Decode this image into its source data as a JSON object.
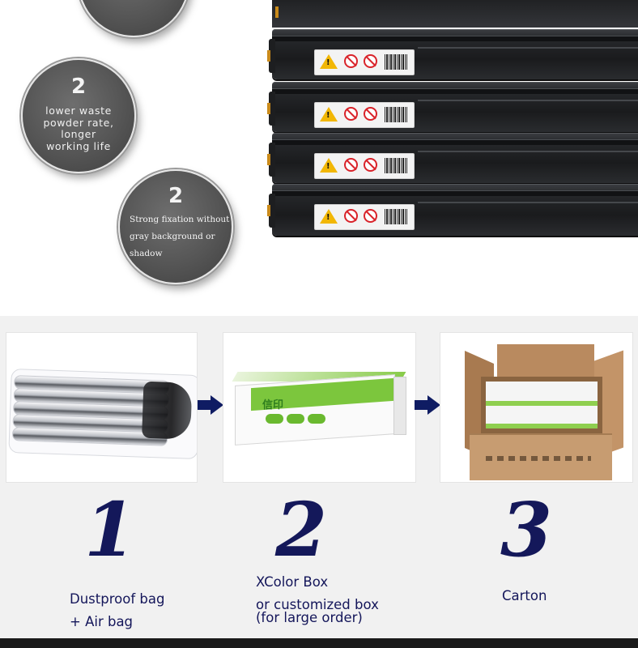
{
  "features": {
    "item2": {
      "number": "2",
      "text": "lower waste\npowder rate,\nlonger\nworking life"
    },
    "item3": {
      "number": "2",
      "text": "Strong fixation without gray background or shadow"
    }
  },
  "packaging": {
    "steps": [
      {
        "number": "1",
        "caption_lines": [
          "Dustproof bag",
          "+ Air bag"
        ]
      },
      {
        "number": "2",
        "caption_lines": [
          "XColor Box",
          "or customized box",
          "(for large order)"
        ]
      },
      {
        "number": "3",
        "caption_lines": [
          "Carton"
        ]
      }
    ],
    "box_brand": "信印"
  },
  "colors": {
    "number_color": "#14185a",
    "arrow_color": "#0f1c63",
    "panel_bg": "#f1f1f1",
    "circle_bg": "#555555"
  }
}
